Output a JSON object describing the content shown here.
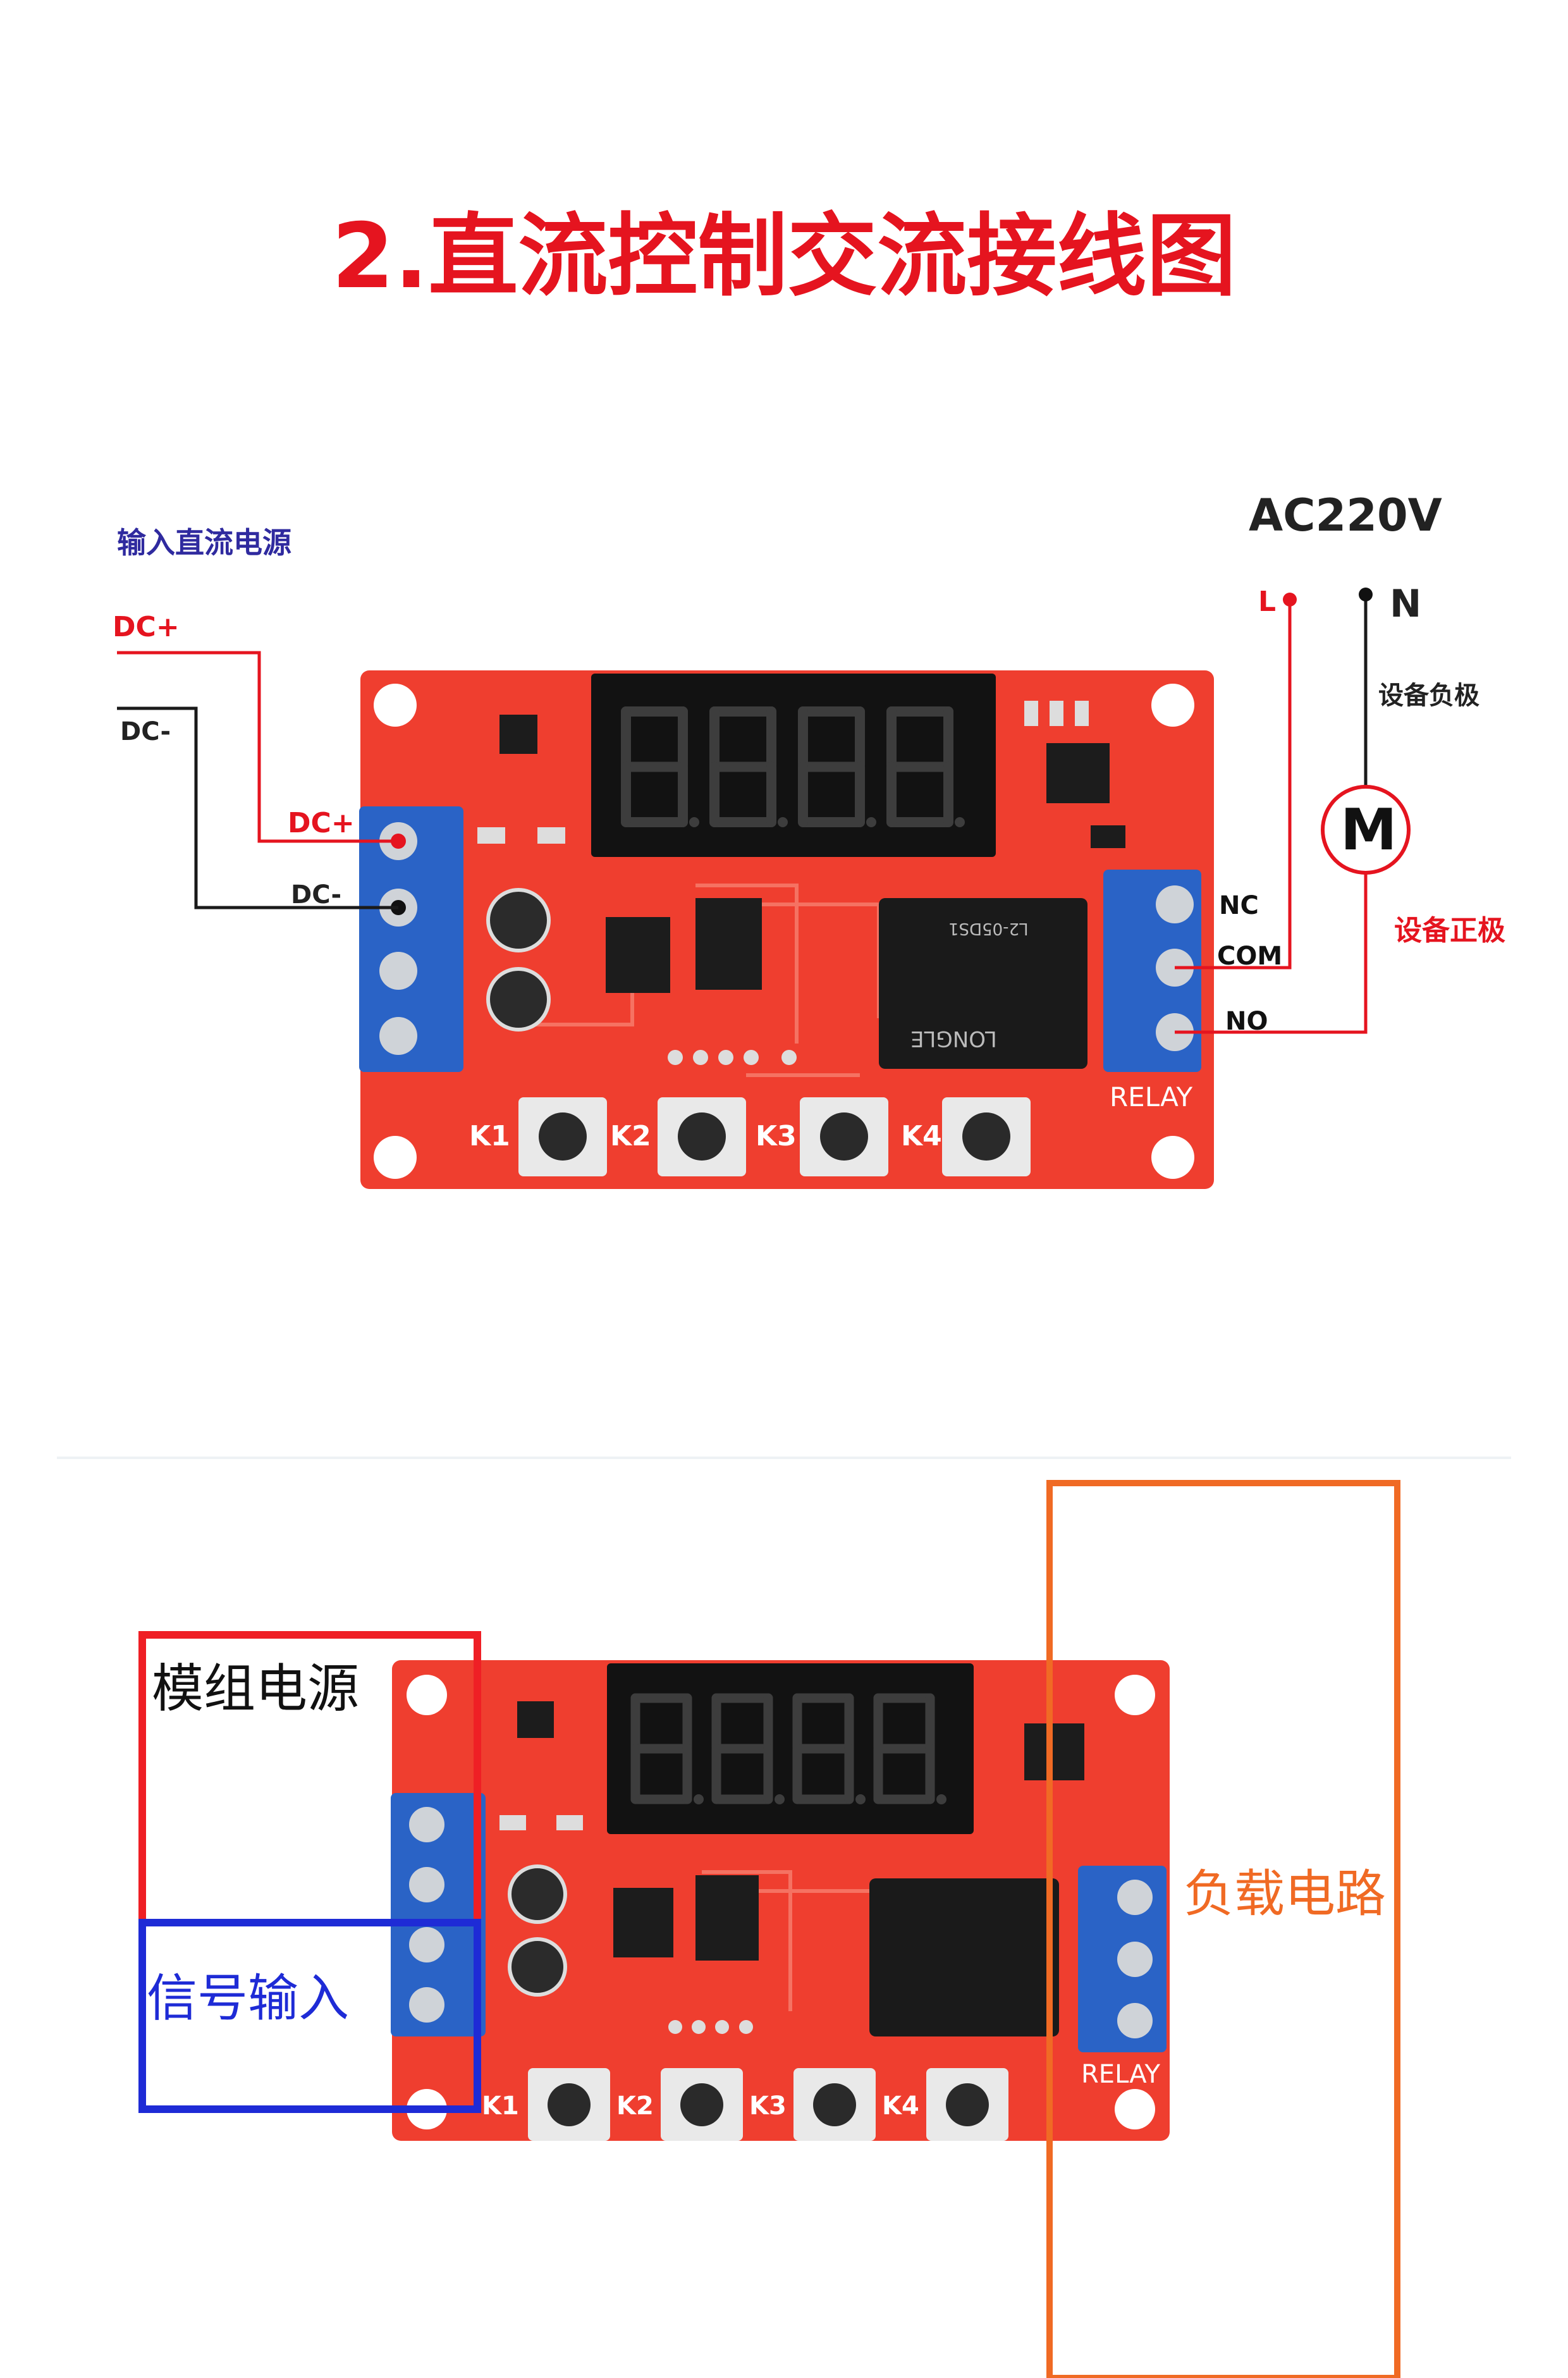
{
  "title": "2.直流控制交流接线图",
  "diagram1": {
    "input_label": "输入直流电源",
    "dc_plus_left": "DC+",
    "dc_minus_left": "DC-",
    "dc_plus_terminal": "DC+",
    "dc_minus_terminal": "DC-",
    "ac_label": "AC220V",
    "l_label": "L",
    "n_label": "N",
    "load_neg": "设备负极",
    "load_pos": "设备正极",
    "motor": "M",
    "nc": "NC",
    "com": "COM",
    "no": "NO",
    "relay": "RELAY",
    "keys": [
      "K1",
      "K2",
      "K3",
      "K4"
    ],
    "relay_text": [
      "LONGLE",
      "L2-05DS1"
    ]
  },
  "diagram2": {
    "module_power": "模组电源",
    "signal_input": "信号输入",
    "load_circuit": "负载电路",
    "relay": "RELAY",
    "keys": [
      "K1",
      "K2",
      "K3",
      "K4"
    ]
  },
  "colors": {
    "title_red": "#e5141f",
    "pcb_red": "#ef3e2f",
    "terminal_blue": "#2a63c6",
    "box_red": "#ef1f25",
    "box_blue": "#1e2bd6",
    "box_orange": "#f06a24"
  }
}
